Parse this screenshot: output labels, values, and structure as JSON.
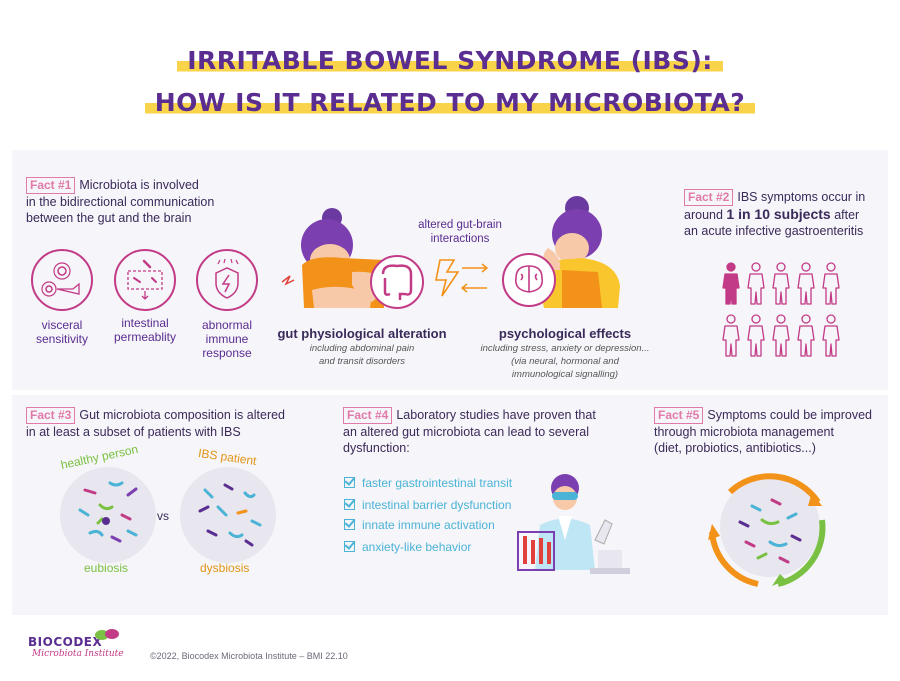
{
  "title": {
    "line1": "IRRITABLE BOWEL SYNDROME (IBS):",
    "line2": "HOW IS IT RELATED TO MY MICROBIOTA?"
  },
  "fact1": {
    "tag": "Fact #1",
    "text_line1": "Microbiota is involved",
    "text_line2": "in the bidirectional communication",
    "text_line3": "between the gut and the brain",
    "icons": [
      {
        "icon": "visceral-sensitivity-icon",
        "line1": "visceral",
        "line2": "sensitivity"
      },
      {
        "icon": "intestinal-permeability-icon",
        "line1": "intestinal",
        "line2": "permeablity"
      },
      {
        "icon": "immune-response-icon",
        "line1": "abnormal",
        "line2": "immune",
        "line3": "response"
      }
    ]
  },
  "center": {
    "gut_brain_label_line1": "altered gut-brain",
    "gut_brain_label_line2": "interactions",
    "left_heading": "gut physiological alteration",
    "left_sub_line1": "including abdominal pain",
    "left_sub_line2": "and transit disorders",
    "right_heading": "psychological effects",
    "right_sub_line1": "including stress, anxiety or depression...",
    "right_sub_line2": "(via neural, hormonal and",
    "right_sub_line3": "immunological signalling)"
  },
  "fact2": {
    "tag": "Fact #2",
    "text_line1": "IBS symptoms occur in",
    "text_prefix": "around",
    "text_bold": "1 in 10 subjects",
    "text_suffix": "after",
    "text_line3": "an acute infective gastroenteritis",
    "people_total": 10,
    "people_highlighted": 1
  },
  "fact3": {
    "tag": "Fact #3",
    "text_line1": "Gut microbiota composition is altered",
    "text_line2": "in at least a subset of patients with IBS",
    "healthy_label": "healthy person",
    "ibs_label": "IBS patient",
    "vs": "vs",
    "eubiosis": "eubiosis",
    "dysbiosis": "dysbiosis"
  },
  "fact4": {
    "tag": "Fact #4",
    "text_line1": "Laboratory studies have proven that",
    "text_line2": "an altered gut microbiota can lead to several",
    "text_line3": "dysfunction:",
    "items": [
      "faster gastrointestinal transit",
      "intestinal barrier dysfunction",
      "innate immune activation",
      "anxiety-like behavior"
    ]
  },
  "fact5": {
    "tag": "Fact #5",
    "text_line1": "Symptoms could be improved",
    "text_line2": "through microbiota management",
    "text_line3": "(diet, probiotics, antibiotics...)"
  },
  "footer": {
    "logo_main": "BIOCODEX",
    "logo_sub": "Microbiota Institute",
    "copyright": "©2022, Biocodex Microbiota Institute  –  BMI 22.10"
  },
  "colors": {
    "title": "#5a2d91",
    "highlight": "#f9d34a",
    "fact_tag": "#e07aa8",
    "icon": "#c23b87",
    "check": "#4ab3d6",
    "orange": "#f39219"
  }
}
